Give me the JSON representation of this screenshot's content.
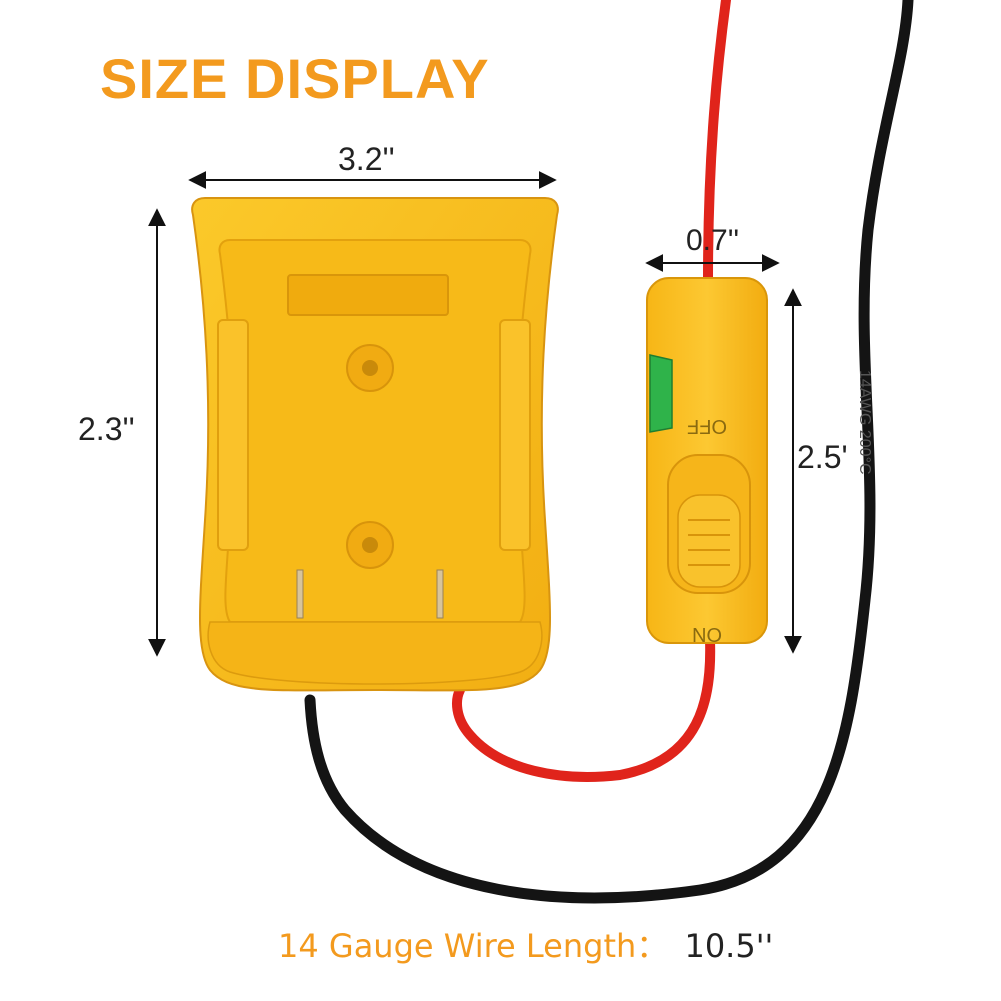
{
  "title": "SIZE DISPLAY",
  "dimensions": {
    "width": "3.2''",
    "height": "2.3''",
    "switch_width": "0.7''",
    "switch_height": "2.5'"
  },
  "switch_labels": {
    "off": "OFF",
    "on": "ON"
  },
  "wire_print": "14AWG 200°C",
  "caption": {
    "label": "14 Gauge Wire Length：",
    "value": "10.5''"
  },
  "colors": {
    "accent": "#F39A1E",
    "adapter_yellow": "#F9BE1B",
    "red_wire": "#E0241B",
    "black_wire": "#141414",
    "level_green": "#2FB34A"
  }
}
